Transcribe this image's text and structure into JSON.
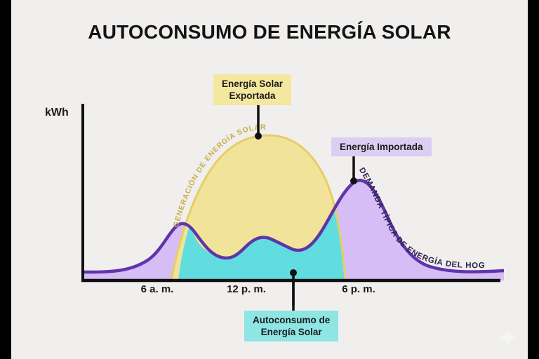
{
  "chart_data": {
    "type": "area",
    "title": "AUTOCONSUMO DE ENERGÍA SOLAR",
    "ylabel": "kWh",
    "xlabel": "",
    "grid": false,
    "legend_position": "inline-annotations",
    "x_tick_labels": [
      "6 a. m.",
      "12 p. m.",
      "6 p. m."
    ],
    "x_tick_positions_hours": [
      6,
      12,
      18
    ],
    "xlim_hours": [
      0,
      24
    ],
    "ylim": [
      0,
      10
    ],
    "series": [
      {
        "name": "GENERACIÓN DE ENERGÍA SOLAR",
        "fill_color": "#F2E39B",
        "line_color": "#E5CE66",
        "x_hours": [
          5.2,
          6,
          7,
          8,
          9,
          10,
          11,
          12,
          12.6,
          13,
          14,
          15,
          16,
          17,
          18,
          18.6
        ],
        "values": [
          0,
          0.5,
          1.7,
          3.3,
          5.0,
          6.4,
          7.3,
          7.7,
          7.75,
          7.6,
          6.8,
          5.5,
          3.8,
          2.0,
          0.5,
          0
        ]
      },
      {
        "name": "DEMANDA TÍPICA DE ENERGÍA DEL HOGAR",
        "fill_color": "#D6BDF5",
        "line_color": "#5F35AB",
        "x_hours": [
          0,
          2,
          4,
          5,
          6,
          7,
          8,
          9,
          10,
          11,
          12,
          13,
          14,
          15,
          16,
          17,
          18,
          19,
          20,
          21,
          22,
          23,
          24
        ],
        "values": [
          0.35,
          0.35,
          0.4,
          0.8,
          1.8,
          3.0,
          3.55,
          3.4,
          2.9,
          2.4,
          2.1,
          2.0,
          2.2,
          2.9,
          4.0,
          5.4,
          6.1,
          5.4,
          4.0,
          2.6,
          1.6,
          1.0,
          0.7
        ]
      },
      {
        "name": "Autoconsumo de Energía Solar",
        "fill_color": "#62DDDF",
        "description": "minimum of solar generation and household demand"
      }
    ],
    "annotations": [
      {
        "id": "exported",
        "text_line1": "Energía Solar",
        "text_line2": "Exportada",
        "background": "#F4E79E",
        "marker_x_hours": 12.1,
        "marker_value": 7.75
      },
      {
        "id": "imported",
        "text_line1": "Energía Importada",
        "text_line2": "",
        "background": "#DCCDF2",
        "marker_x_hours": 17.7,
        "marker_value": 6.1
      },
      {
        "id": "self-consumption",
        "text_line1": "Autoconsumo de",
        "text_line2": "Energía Solar",
        "background": "#8FE4E4",
        "marker_x_hours": 12.0,
        "marker_value": 0
      }
    ],
    "curve_labels": [
      {
        "id": "solar-generation-label",
        "text": "GENERACIÓN DE ENERGÍA SOLAR",
        "color": "#C9AE47"
      },
      {
        "id": "household-demand-label",
        "text": "DEMANDA TÍPICA DE ENERGÍA DEL HOGAR",
        "color": "#2E2352"
      }
    ],
    "colors": {
      "background": "#F0EFEE",
      "axis": "#101010",
      "solar_fill": "#F2E39B",
      "solar_stroke": "#E5CE66",
      "demand_fill": "#D6BDF5",
      "demand_stroke": "#5F35AB",
      "self_consumption_fill": "#62DDDF",
      "title": "#141414"
    }
  },
  "axis": {
    "y_label": "kWh",
    "ticks": [
      {
        "label": "6 a. m."
      },
      {
        "label": "12 p. m."
      },
      {
        "label": "6 p. m."
      }
    ]
  },
  "title": "AUTOCONSUMO DE ENERGÍA SOLAR",
  "callouts": {
    "exported": {
      "line1": "Energía Solar",
      "line2": "Exportada"
    },
    "imported": {
      "line1": "Energía Importada"
    },
    "self_consumption": {
      "line1": "Autoconsumo de",
      "line2": "Energía Solar"
    }
  },
  "curve_text": {
    "solar": "GENERACIÓN DE ENERGÍA SOLAR",
    "demand": "DEMANDA TÍPICA DE ENERGÍA DEL HOGAR"
  }
}
